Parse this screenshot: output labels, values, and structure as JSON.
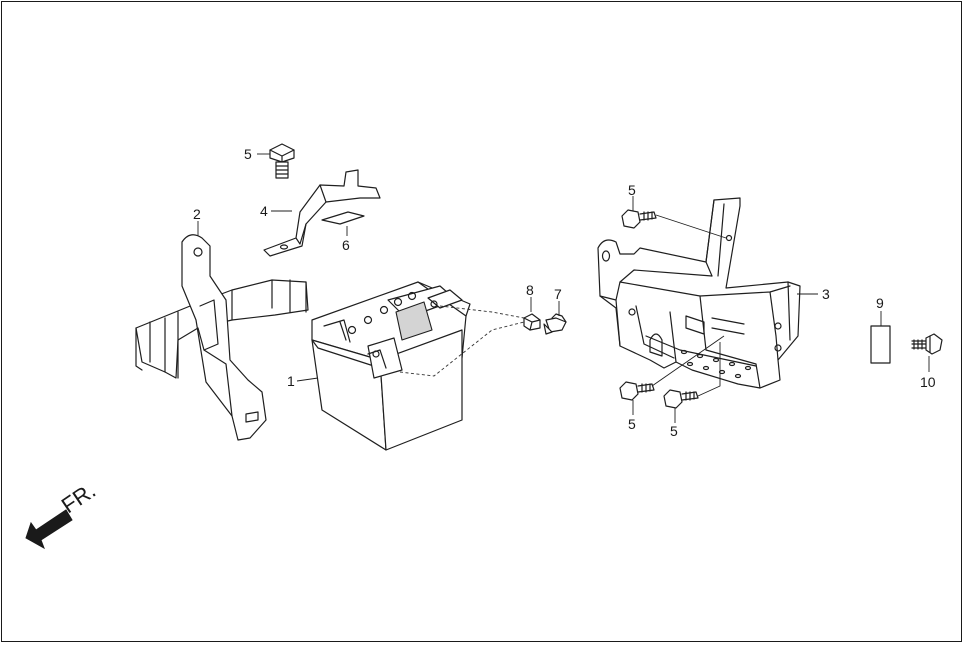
{
  "direction": {
    "label": "FR.",
    "icon": "front-arrow-icon"
  },
  "callouts": [
    {
      "id": "battery",
      "label": "1"
    },
    {
      "id": "battery-band",
      "label": "2"
    },
    {
      "id": "battery-tray",
      "label": "3"
    },
    {
      "id": "hold-down-bracket",
      "label": "4"
    },
    {
      "id": "bolt-top",
      "label": "5"
    },
    {
      "id": "rubber-pad",
      "label": "6"
    },
    {
      "id": "terminal-bolt",
      "label": "7"
    },
    {
      "id": "terminal-nut",
      "label": "8"
    },
    {
      "id": "fuse",
      "label": "9"
    },
    {
      "id": "bolt-side",
      "label": "10"
    },
    {
      "id": "bolt-tray-top",
      "label": "5"
    },
    {
      "id": "bolt-tray-left",
      "label": "5"
    },
    {
      "id": "bolt-tray-right",
      "label": "5"
    }
  ]
}
